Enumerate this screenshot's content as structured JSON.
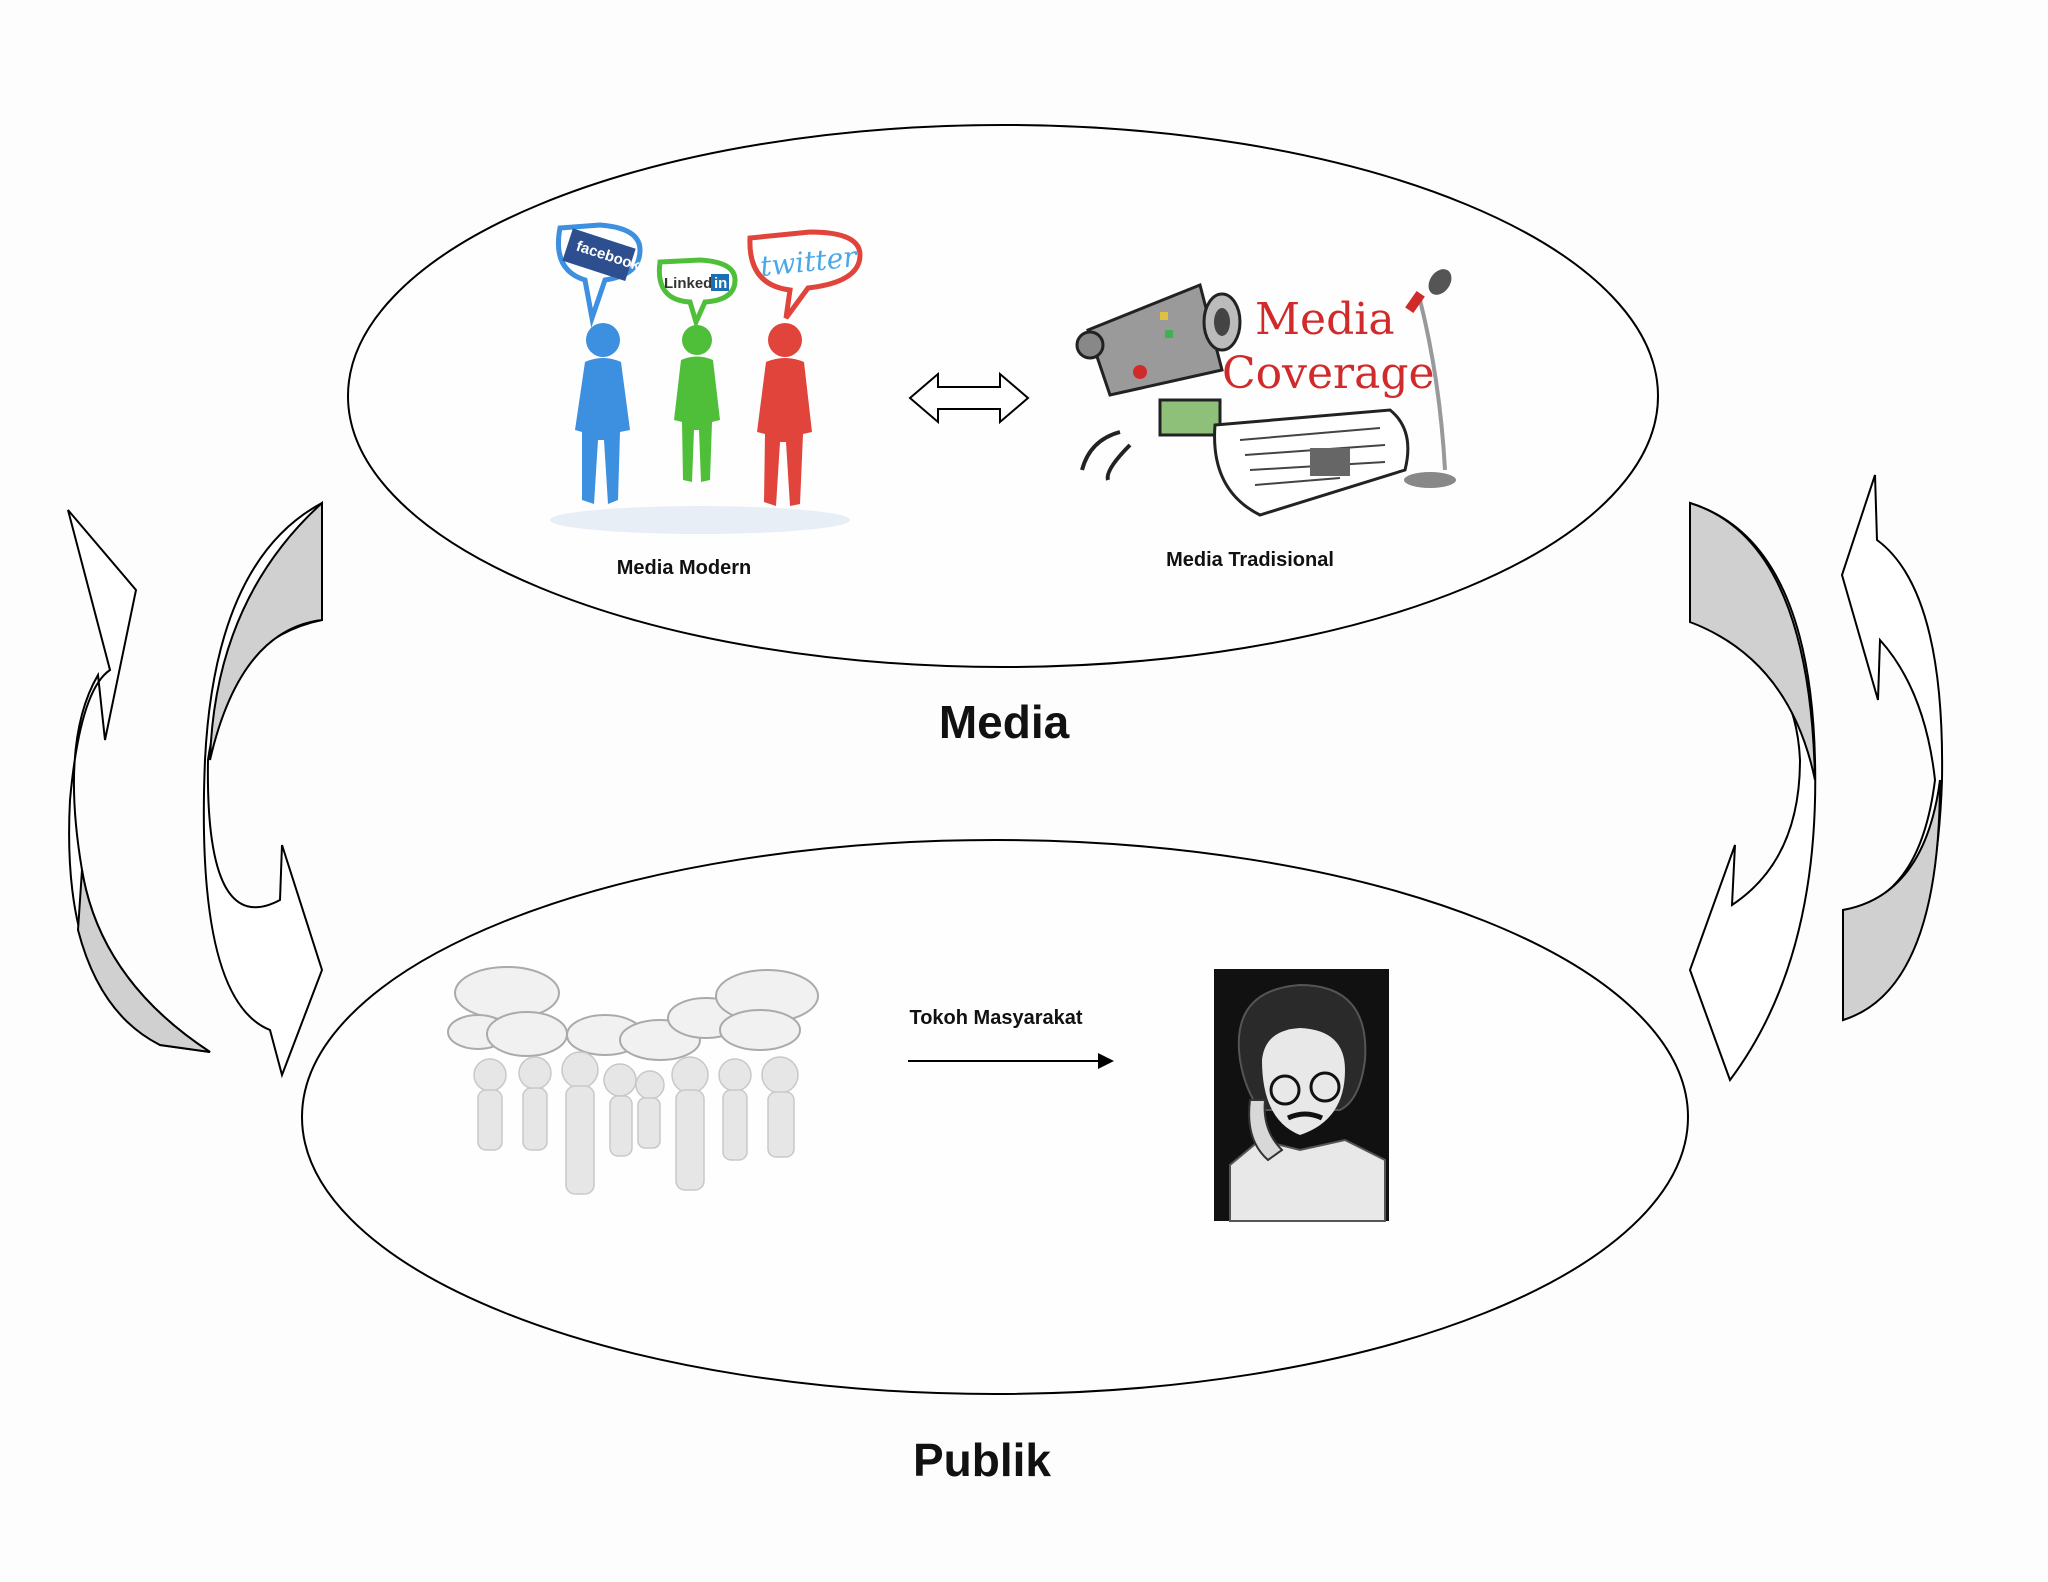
{
  "diagram": {
    "media_group": {
      "title": "Media",
      "modern": {
        "label": "Media Modern",
        "bubbles": [
          "facebook",
          "Linked",
          "in",
          "twitter"
        ]
      },
      "traditional": {
        "label": "Media Tradisional",
        "coverage_line1": "Media",
        "coverage_line2": "Coverage"
      }
    },
    "public_group": {
      "title": "Publik",
      "arrow_label": "Tokoh Masyarakat"
    },
    "colors": {
      "person_blue": "#3d8fe0",
      "person_green": "#4fbf3a",
      "person_red": "#e0443a",
      "arrow_fill": "#d0d0d0",
      "coverage_red": "#d12a2a"
    }
  }
}
